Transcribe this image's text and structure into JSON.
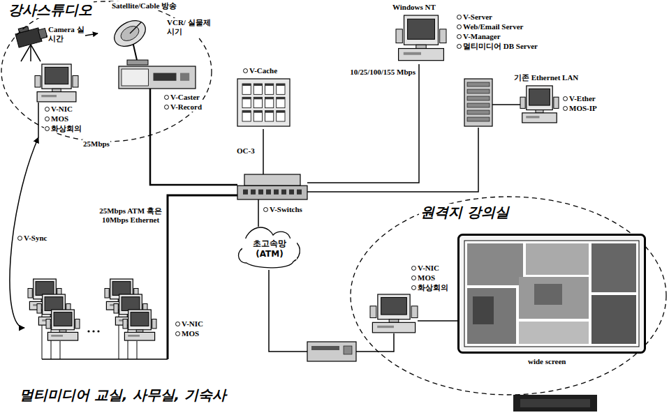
{
  "diagram": {
    "nodes": [
      {
        "text": [
          "강사스튜디오"
        ]
      },
      {
        "text": [
          "V-NIC",
          "MOS",
          "화상회의"
        ],
        "in": 0
      },
      {
        "text": [
          "V-Caster",
          "V-Record"
        ],
        "in": 0
      },
      {
        "text": [
          "V-Cache"
        ]
      },
      {
        "text": [
          "Windows NT",
          "V-Server",
          "Web/Email Server",
          "V-Manager",
          "멀티미디어 DB Server"
        ]
      },
      {
        "text": [
          "V-Switchs"
        ]
      },
      {
        "text": [
          "기존 Ethernet LAN",
          "V-Ether",
          "MOS-IP"
        ]
      },
      {
        "text": [
          "초고속망 (ATM)"
        ]
      },
      {
        "text": [
          "V-NIC",
          "MOS"
        ]
      },
      {
        "text": [
          "원격지 강의실"
        ]
      },
      {
        "text": [
          "V-NIC",
          "MOS",
          "화상회의"
        ],
        "in": 9
      },
      {
        "text": [
          "wide screen"
        ],
        "in": 9
      }
    ],
    "edges": [
      {
        "from": 2,
        "to": 5,
        "arrow": "none"
      },
      {
        "from": 3,
        "to": 5,
        "label": "OC-3",
        "arrow": "none"
      },
      {
        "from": 4,
        "to": 5,
        "label": "10/25/100/155 Mbps",
        "arrow": "none"
      },
      {
        "from": 5,
        "to": 6,
        "arrow": "none"
      },
      {
        "from": 5,
        "to": 7,
        "arrow": "none"
      },
      {
        "from": 5,
        "to": 8,
        "label": "25Mbps ATM 혹은 10Mbps Ethernet",
        "arrow": "none"
      },
      {
        "from": 7,
        "to": 10,
        "arrow": "none"
      },
      {
        "from": 1,
        "to": 8,
        "label": "V-Sync",
        "arrow": "both"
      }
    ],
    "labels": [
      "Satellite/Cable 방송",
      "Camera 실시간",
      "VCR/ 실물제시기",
      "25Mbps",
      "멀티미디어 교실, 사무실, 기숙사"
    ]
  }
}
